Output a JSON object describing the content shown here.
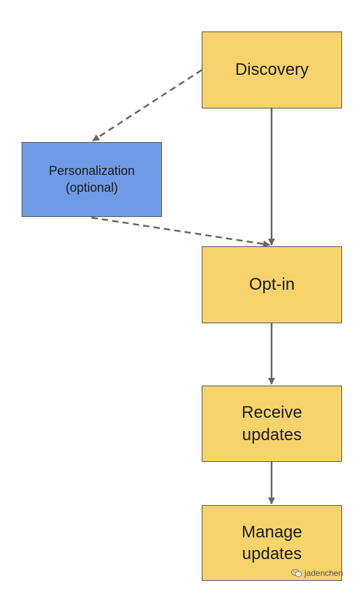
{
  "diagram": {
    "nodes": [
      {
        "id": "discovery",
        "lines": [
          "Discovery"
        ],
        "fill": "#f6d36b"
      },
      {
        "id": "personalization",
        "lines": [
          "Personalization",
          "(optional)"
        ],
        "fill": "#6f9be6"
      },
      {
        "id": "opt_in",
        "lines": [
          "Opt-in"
        ],
        "fill": "#f6d36b"
      },
      {
        "id": "receive_updates",
        "lines": [
          "Receive",
          "updates"
        ],
        "fill": "#f6d36b"
      },
      {
        "id": "manage_updates",
        "lines": [
          "Manage",
          "updates"
        ],
        "fill": "#f6d36b"
      }
    ],
    "edges": [
      {
        "from": "discovery",
        "to": "opt_in",
        "style": "solid"
      },
      {
        "from": "discovery",
        "to": "personalization",
        "style": "dashed"
      },
      {
        "from": "personalization",
        "to": "opt_in",
        "style": "dashed"
      },
      {
        "from": "opt_in",
        "to": "receive_updates",
        "style": "solid"
      },
      {
        "from": "receive_updates",
        "to": "manage_updates",
        "style": "solid"
      }
    ],
    "line_color": "#666666"
  },
  "watermark": {
    "text": "jadenchen",
    "icon": "wechat-icon"
  }
}
